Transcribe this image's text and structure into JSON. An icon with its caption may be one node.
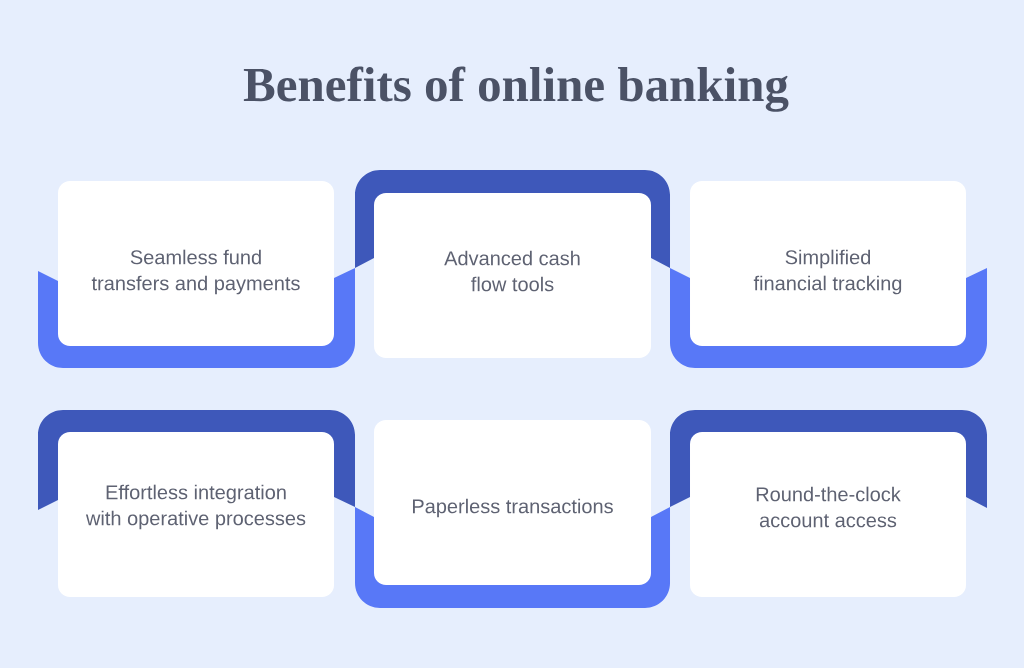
{
  "diagram": {
    "title": "Benefits of online banking",
    "nodes": [
      {
        "text": [
          "Seamless fund transfers and payments"
        ]
      },
      {
        "text": [
          "Advanced cash flow tools"
        ]
      },
      {
        "text": [
          "Simplified financial tracking"
        ]
      },
      {
        "text": [
          "Effortless integration with operative processes"
        ]
      },
      {
        "text": [
          "Paperless transactions"
        ]
      },
      {
        "text": [
          "Round-the-clock account access"
        ]
      }
    ]
  }
}
